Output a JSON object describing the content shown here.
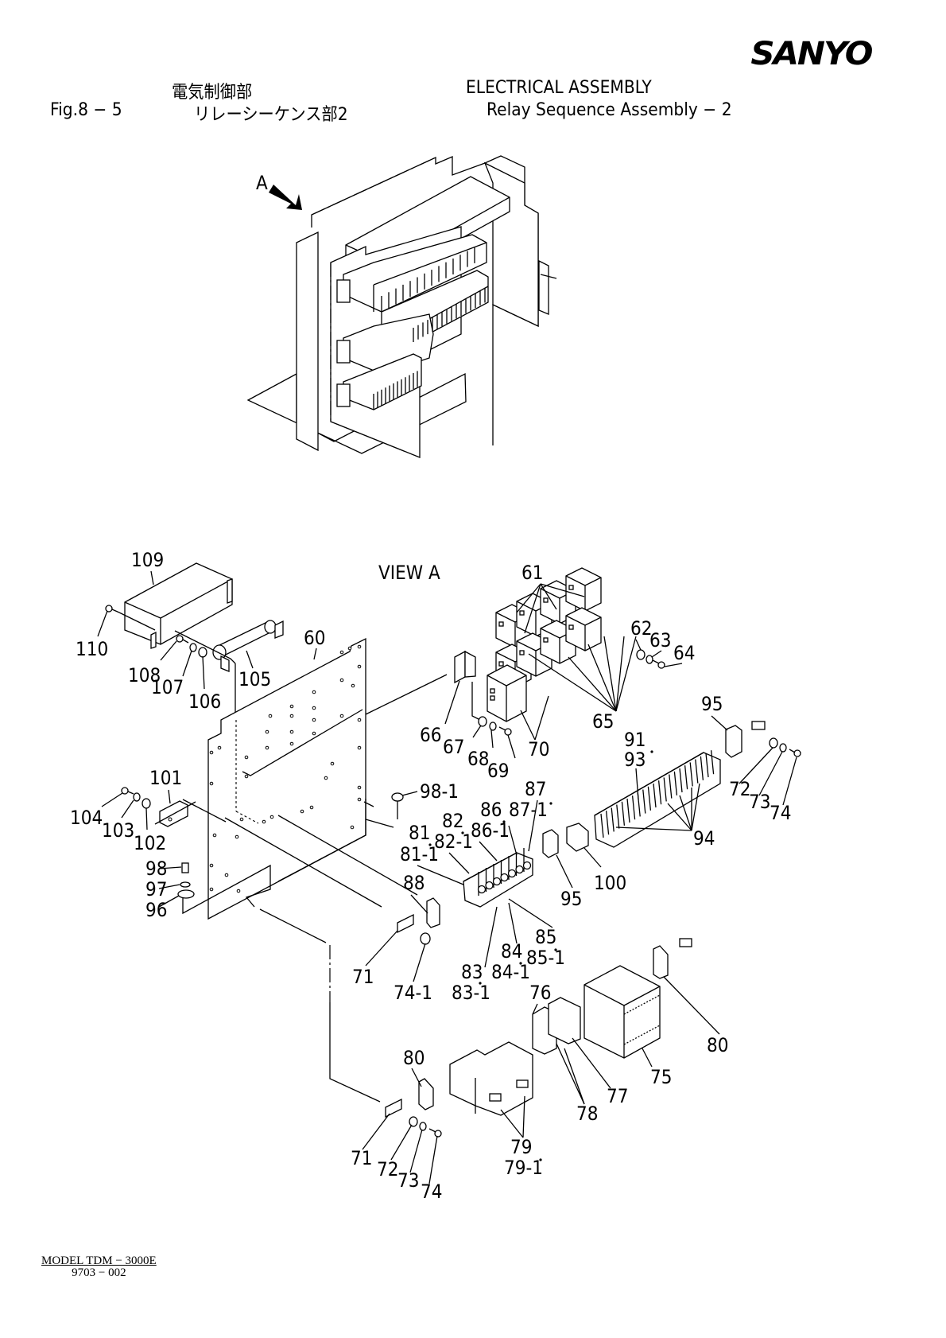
{
  "header": {
    "brand": "SANYO",
    "figure_number": "Fig.8 − 5",
    "title_jp_line1": "電気制御部",
    "title_jp_line2": "リレーシーケンス部2",
    "title_en_line1": "ELECTRICAL  ASSEMBLY",
    "title_en_line2": "Relay  Sequence  Assembly − 2"
  },
  "overview": {
    "view_marker": "A"
  },
  "exploded_view": {
    "title": "VIEW  A",
    "callouts": [
      {
        "id": "c109",
        "label": "109"
      },
      {
        "id": "c110",
        "label": "110"
      },
      {
        "id": "c108",
        "label": "108"
      },
      {
        "id": "c107",
        "label": "107"
      },
      {
        "id": "c106",
        "label": "106"
      },
      {
        "id": "c105",
        "label": "105"
      },
      {
        "id": "c60",
        "label": "60"
      },
      {
        "id": "c61",
        "label": "61"
      },
      {
        "id": "c62",
        "label": "62"
      },
      {
        "id": "c63",
        "label": "63"
      },
      {
        "id": "c64",
        "label": "64"
      },
      {
        "id": "c65",
        "label": "65"
      },
      {
        "id": "c66",
        "label": "66"
      },
      {
        "id": "c67",
        "label": "67"
      },
      {
        "id": "c68",
        "label": "68"
      },
      {
        "id": "c69",
        "label": "69"
      },
      {
        "id": "c70",
        "label": "70"
      },
      {
        "id": "c95a",
        "label": "95"
      },
      {
        "id": "c91",
        "label": "91"
      },
      {
        "id": "c93",
        "label": "93"
      },
      {
        "id": "c72a",
        "label": "72"
      },
      {
        "id": "c73a",
        "label": "73"
      },
      {
        "id": "c74a",
        "label": "74"
      },
      {
        "id": "c94",
        "label": "94"
      },
      {
        "id": "c101",
        "label": "101"
      },
      {
        "id": "c104",
        "label": "104"
      },
      {
        "id": "c103",
        "label": "103"
      },
      {
        "id": "c102",
        "label": "102"
      },
      {
        "id": "c98",
        "label": "98"
      },
      {
        "id": "c97",
        "label": "97"
      },
      {
        "id": "c96",
        "label": "96"
      },
      {
        "id": "c98-1",
        "label": "98-1"
      },
      {
        "id": "c87",
        "label": "87"
      },
      {
        "id": "c87-1",
        "label": "87-1"
      },
      {
        "id": "c86",
        "label": "86"
      },
      {
        "id": "c86-1",
        "label": "86-1"
      },
      {
        "id": "c82",
        "label": "82"
      },
      {
        "id": "c82-1",
        "label": "82-1"
      },
      {
        "id": "c81",
        "label": "81"
      },
      {
        "id": "c81-1",
        "label": "81-1"
      },
      {
        "id": "c88",
        "label": "88"
      },
      {
        "id": "c95b",
        "label": "95"
      },
      {
        "id": "c100",
        "label": "100"
      },
      {
        "id": "c85",
        "label": "85"
      },
      {
        "id": "c85-1",
        "label": "85-1"
      },
      {
        "id": "c84",
        "label": "84"
      },
      {
        "id": "c84-1",
        "label": "84-1"
      },
      {
        "id": "c83",
        "label": "83"
      },
      {
        "id": "c83-1",
        "label": "83-1"
      },
      {
        "id": "c71a",
        "label": "71"
      },
      {
        "id": "c74-1",
        "label": "74-1"
      },
      {
        "id": "c76",
        "label": "76"
      },
      {
        "id": "c80a",
        "label": "80"
      },
      {
        "id": "c75",
        "label": "75"
      },
      {
        "id": "c77",
        "label": "77"
      },
      {
        "id": "c78",
        "label": "78"
      },
      {
        "id": "c80b",
        "label": "80"
      },
      {
        "id": "c79",
        "label": "79"
      },
      {
        "id": "c79-1",
        "label": "79-1"
      },
      {
        "id": "c71b",
        "label": "71"
      },
      {
        "id": "c72b",
        "label": "72"
      },
      {
        "id": "c73b",
        "label": "73"
      },
      {
        "id": "c74b",
        "label": "74"
      }
    ]
  },
  "footer": {
    "model": "MODEL  TDM − 3000E",
    "code": "9703 − 002"
  }
}
